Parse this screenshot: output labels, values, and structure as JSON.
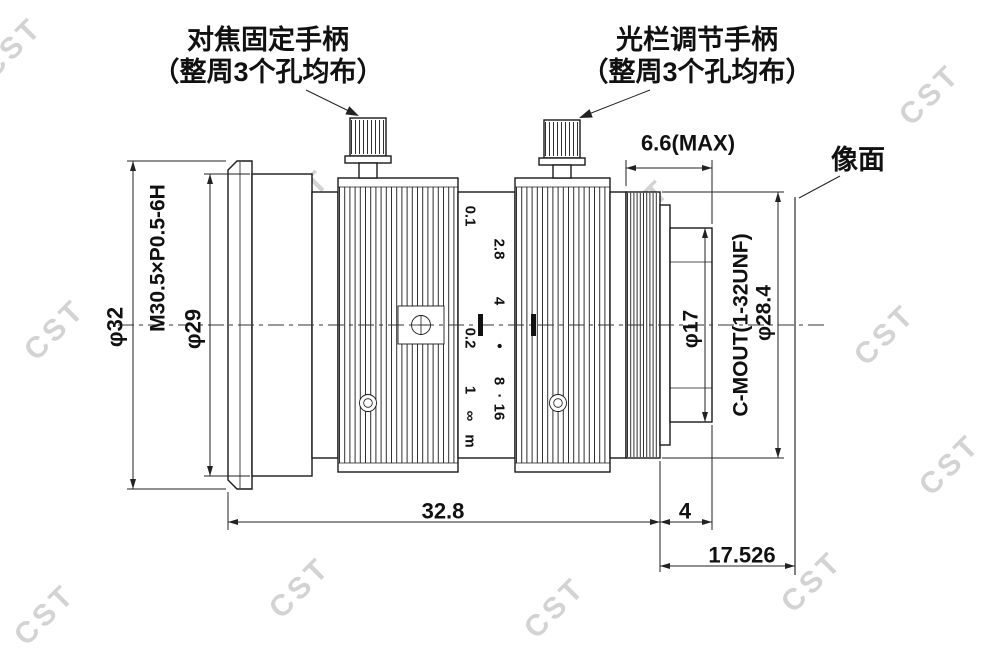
{
  "watermark": {
    "text": "CST"
  },
  "callouts": {
    "focus_handle": {
      "line1": "对焦固定手柄",
      "line2": "（整周3个孔均布）"
    },
    "iris_handle": {
      "line1": "光栏调节手柄",
      "line2": "（整周3个孔均布）"
    },
    "image_plane": "像面"
  },
  "dims": {
    "phi32": "φ32",
    "rear_thread": "M30.5×P0.5-6H",
    "phi29": "φ29",
    "phi17": "φ17",
    "c_mount": "C-MOUT(1-32UNF)",
    "phi28_4": "φ28.4",
    "thread_max": "6.6(MAX)",
    "body_length": "32.8",
    "front_length": "4",
    "flange_focal": "17.526"
  },
  "scales": {
    "focus": [
      {
        "label": "0.1"
      },
      {
        "label": "0.2"
      },
      {
        "label": "1"
      },
      {
        "label": "∞"
      },
      {
        "label": "m"
      }
    ],
    "aperture": [
      {
        "label": "2.8"
      },
      {
        "label": "4"
      },
      {
        "label": "•"
      },
      {
        "label": "8"
      },
      {
        "label": "·"
      },
      {
        "label": "16"
      }
    ]
  }
}
